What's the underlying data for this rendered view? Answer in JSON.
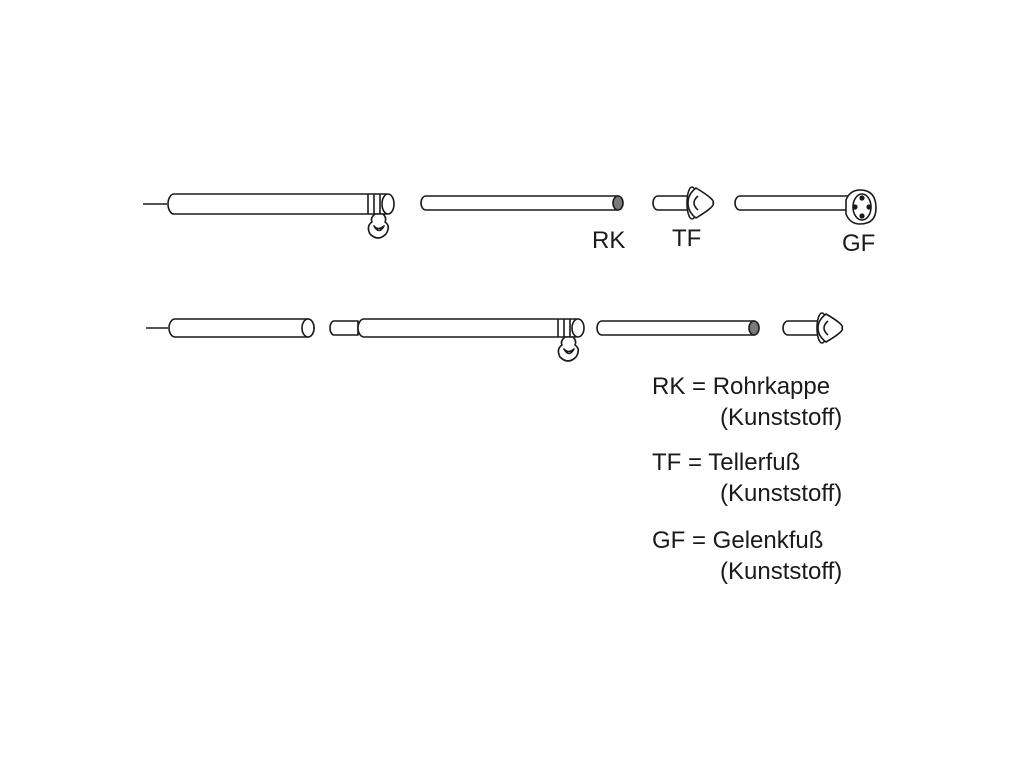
{
  "part_labels": {
    "rk": "RK",
    "tf": "TF",
    "gf": "GF"
  },
  "legend": [
    {
      "term": "RK = Rohrkappe",
      "material": "(Kunststoff)"
    },
    {
      "term": "TF = Tellerfuß",
      "material": "(Kunststoff)"
    },
    {
      "term": "GF = Gelenkfuß",
      "material": "(Kunststoff)"
    }
  ],
  "colors": {
    "stroke": "#1a1a1a",
    "tube_fill": "#ffffff",
    "cap_fill": "#7a7a7a"
  }
}
